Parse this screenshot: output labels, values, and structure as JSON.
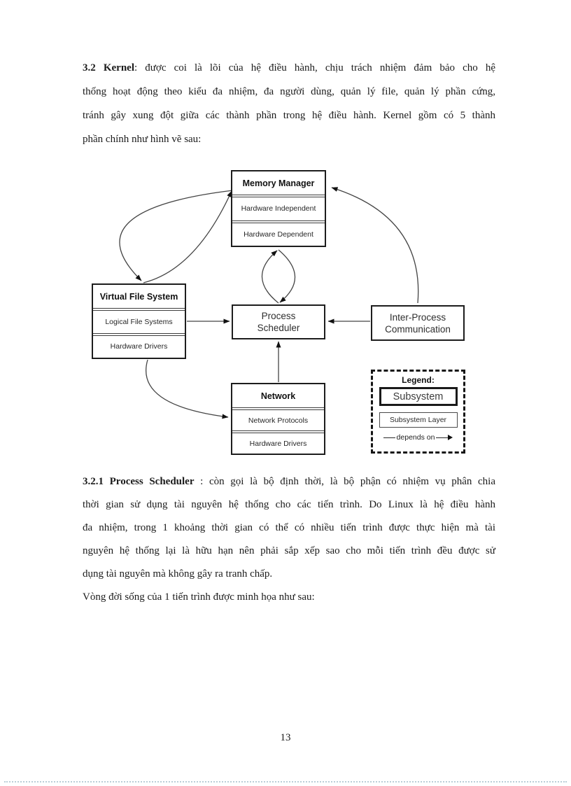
{
  "para1": {
    "heading": "3.2 Kernel",
    "lines": [
      ": được coi là lõi của hệ điều hành,  chịu trách nhiệm đảm bảo cho hệ",
      "thống hoạt động theo kiểu đa nhiệm, đa người dùng, quản lý file, quản lý phần cứng,",
      "tránh gây xung đột giữa các thành phần trong hệ điều hành.  Kernel gồm có 5 thành",
      "phần chính như hình vẽ sau:"
    ]
  },
  "para2": {
    "heading": "3.2.1 Process Scheduler",
    "lines": [
      " : còn gọi là bộ định thời, là bộ phận  có nhiệm vụ phân chia",
      "thời gian sử dụng tài nguyên hệ thống cho các tiến trình. Do Linux là  hệ điều hành",
      "đa nhiệm, trong 1 khoảng thời gian có thể có nhiều tiến trình được thực hiện mà tài",
      "nguyên hệ thống lại là hữu hạn nên phải sắp xếp sao cho mỗi tiến trình đều được sử",
      "dụng tài nguyên  mà không gây ra tranh chấp.",
      "Vòng đời sống của 1 tiến trình được minh họa như sau:"
    ]
  },
  "diagram": {
    "memory_manager": {
      "title": "Memory Manager",
      "layers": [
        "Hardware Independent",
        "Hardware Dependent"
      ]
    },
    "virtual_file_system": {
      "title": "Virtual File System",
      "layers": [
        "Logical File Systems",
        "Hardware Drivers"
      ]
    },
    "process_scheduler": {
      "lines": [
        "Process",
        "Scheduler"
      ]
    },
    "inter_process_communication": {
      "lines": [
        "Inter-Process",
        "Communication"
      ]
    },
    "network": {
      "title": "Network",
      "layers": [
        "Network Protocols",
        "Hardware Drivers"
      ]
    },
    "legend": {
      "title": "Legend:",
      "subsystem": "Subsystem",
      "subsystem_layer": "Subsystem Layer",
      "depends_on": "depends on"
    },
    "colors": {
      "box_border": "#1d1d1d",
      "arrow": "#444444"
    }
  },
  "footer": {
    "page_number": "13"
  }
}
